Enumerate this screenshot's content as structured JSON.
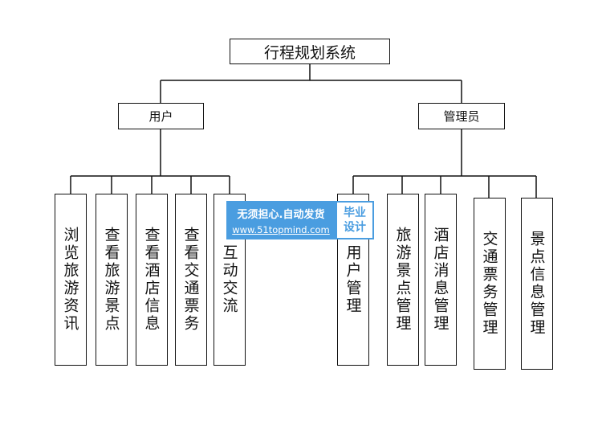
{
  "root": "行程规划系统",
  "branches": [
    {
      "label": "用户",
      "children": [
        "浏览旅游资讯",
        "查看旅游景点",
        "查看酒店信息",
        "查看交通票务",
        "互动交流"
      ]
    },
    {
      "label": "管理员",
      "children": [
        "用户管理",
        "旅游景点管理",
        "酒店消息管理",
        "交通票务管理",
        "景点信息管理"
      ]
    }
  ],
  "watermark": {
    "line1": "无须担心.自动发货",
    "line2": "www.51topmind.com",
    "badge_top": "毕业",
    "badge_bottom": "设计"
  },
  "colors": {
    "line": "#111111",
    "watermark_blue": "#4a9de0"
  }
}
